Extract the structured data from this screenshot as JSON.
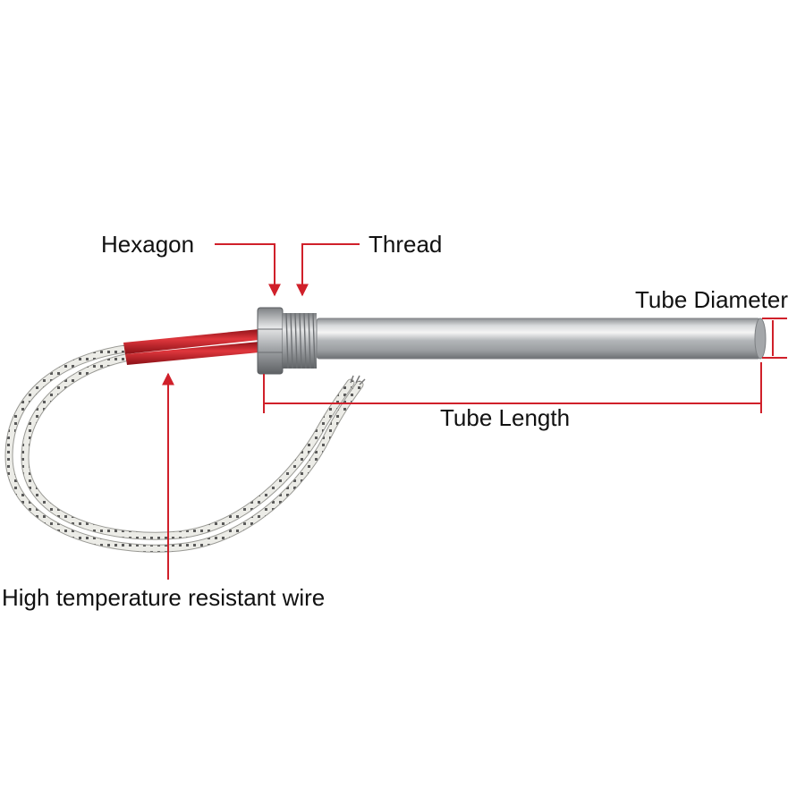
{
  "labels": {
    "hexagon": "Hexagon",
    "thread": "Thread",
    "tube_diameter": "Tube Diameter",
    "tube_length": "Tube Length",
    "wire": "High temperature resistant wire"
  },
  "colors": {
    "annotation": "#d0202a",
    "tube": "#b9bcbf",
    "lead_sleeve": "#c8232b",
    "wire_braid": "#e9e9e4",
    "background": "#ffffff"
  }
}
